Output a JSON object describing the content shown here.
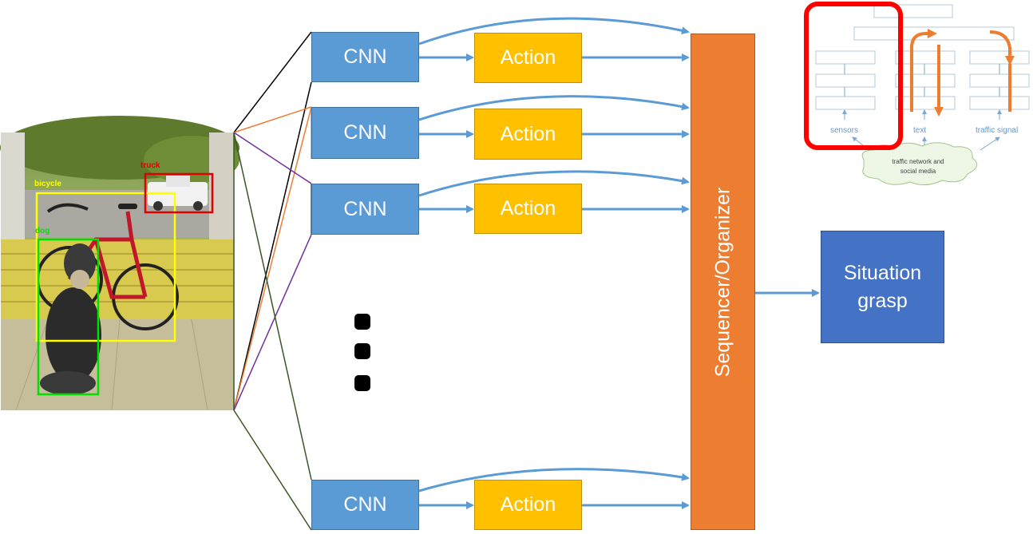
{
  "photo": {
    "labels": [
      "bicycle",
      "truck",
      "dog"
    ]
  },
  "cnn_label": "CNN",
  "action_label": "Action",
  "sequencer_label": "Sequencer/Organizer",
  "situation_label_lines": [
    "Situation",
    "grasp"
  ],
  "inset": {
    "sensors": "sensors",
    "text": "text",
    "traffic_signal": "traffic signal",
    "cloud_lines": [
      "traffic network and",
      "social media"
    ]
  },
  "colors": {
    "cnn": "#5b9bd5",
    "action": "#ffc000",
    "sequencer": "#ed7d31",
    "situation": "#4472c4",
    "arrow": "#5b9bd5",
    "highlight": "#ff0000"
  }
}
